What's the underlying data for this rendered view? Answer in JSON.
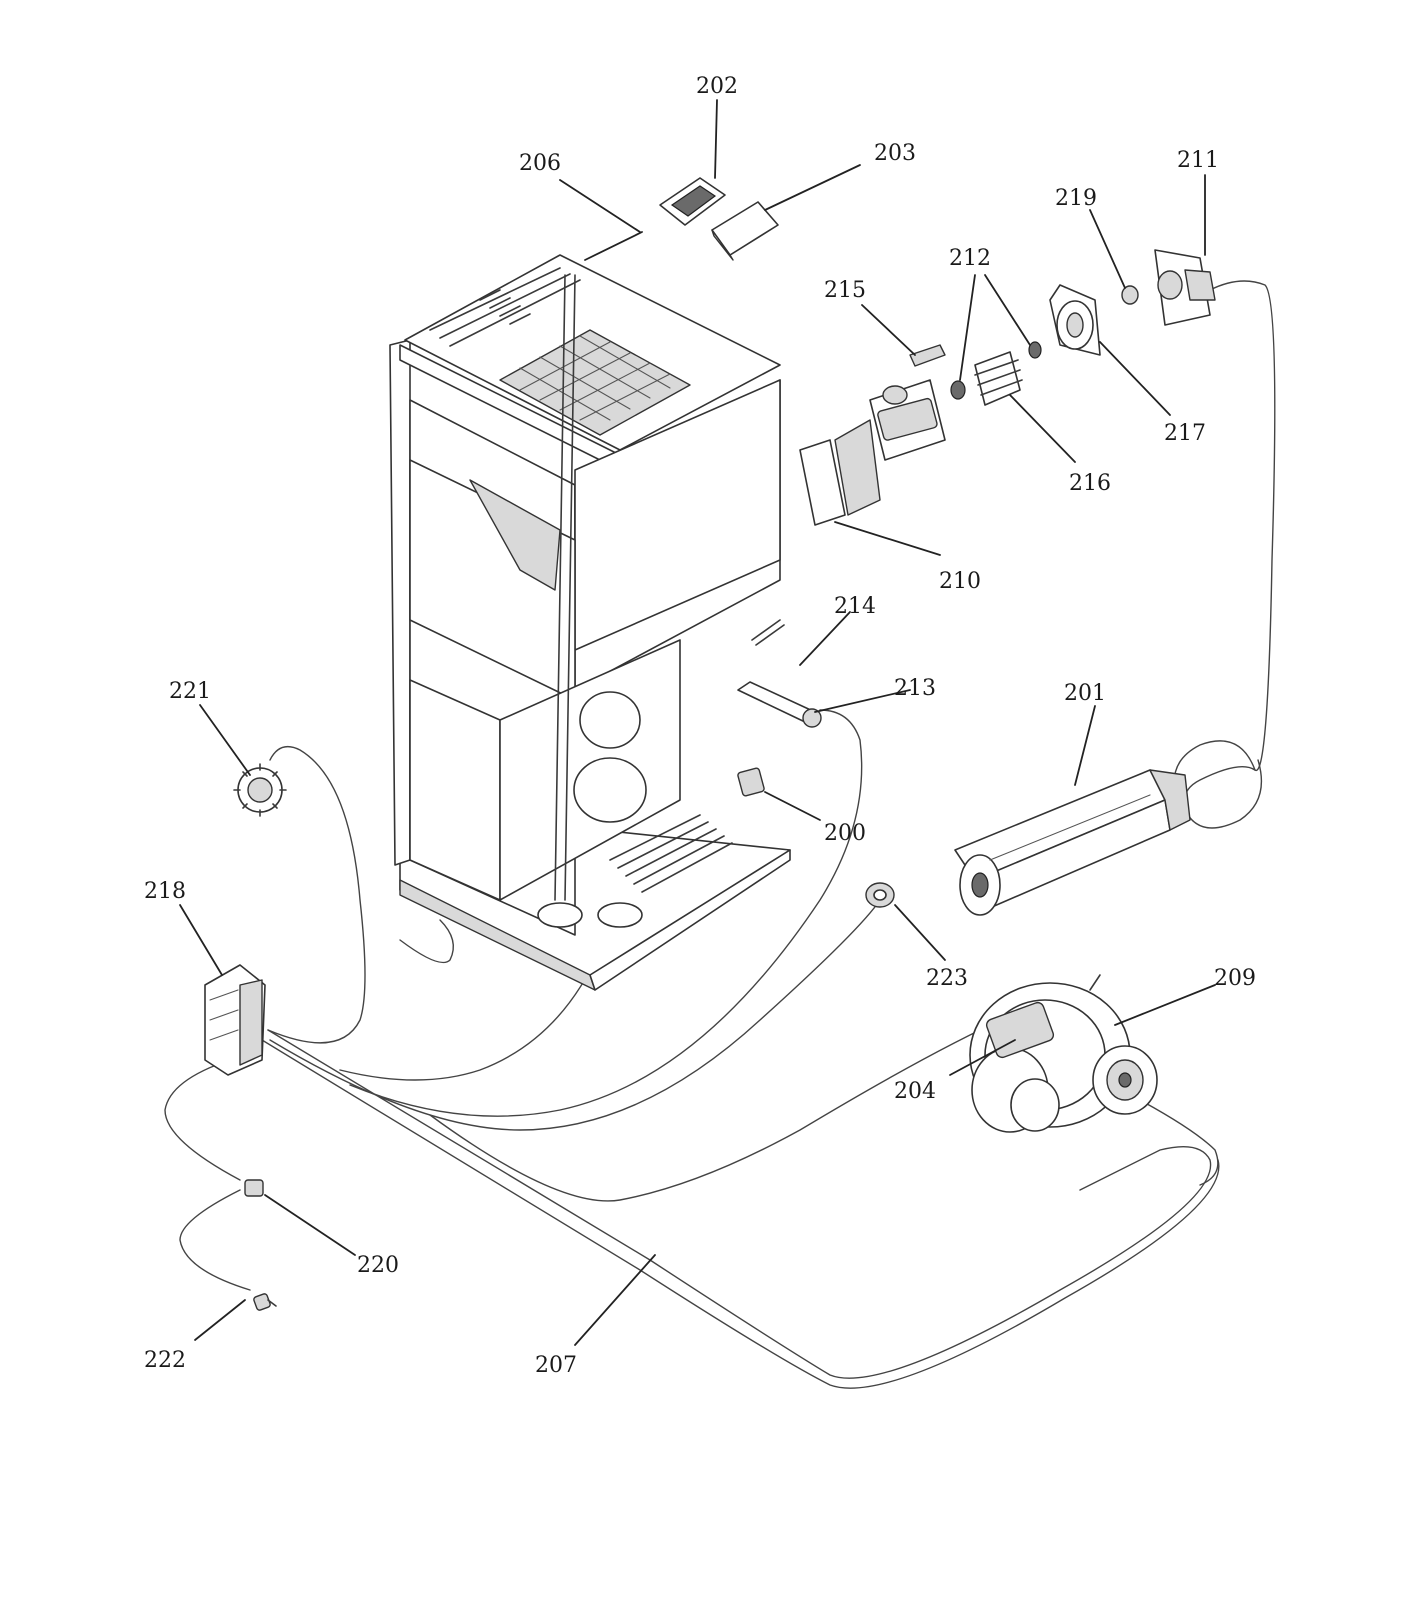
{
  "callouts": {
    "c200": "200",
    "c201": "201",
    "c202": "202",
    "c203": "203",
    "c204": "204",
    "c206": "206",
    "c207": "207",
    "c209": "209",
    "c210": "210",
    "c211": "211",
    "c212": "212",
    "c213": "213",
    "c214": "214",
    "c215": "215",
    "c216": "216",
    "c217": "217",
    "c218": "218",
    "c219": "219",
    "c220": "220",
    "c221": "221",
    "c222": "222",
    "c223": "223"
  },
  "colors": {
    "line": "#3a3a3a",
    "background": "#ffffff",
    "part_fill": "#d9d9d9"
  }
}
